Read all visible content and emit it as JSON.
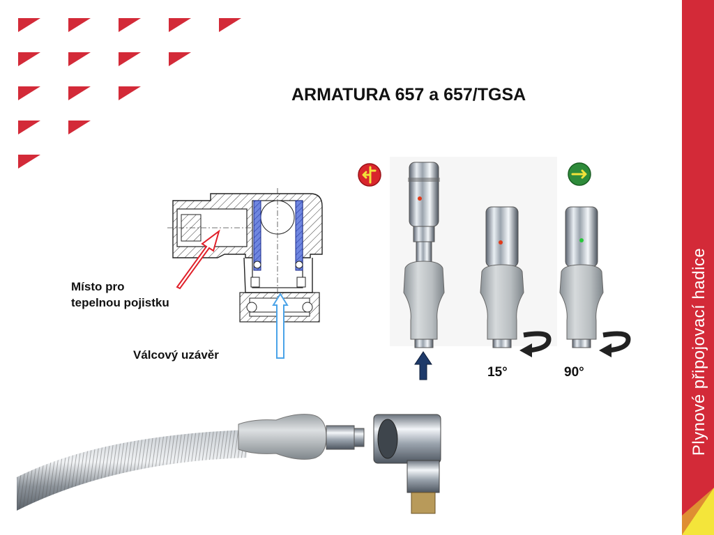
{
  "title": "ARMATURA 657 a 657/TGSA",
  "sidebar": {
    "text": "Plynové připojovací hadice"
  },
  "labels": {
    "thermal_fuse_line1": "Místo pro",
    "thermal_fuse_line2": "tepelnou pojistku",
    "cylinder_valve": "Válcový uzávěr"
  },
  "angles": {
    "first": "15°",
    "second": "90°"
  },
  "colors": {
    "accent_red": "#d32a38",
    "status_red": "#d9262c",
    "status_green": "#2e8b3a",
    "arrow_blue": "#4aa3e8",
    "arrow_red": "#e0202a",
    "cross_section_blue": "#6f86e0"
  },
  "icons": {
    "status_1": "red-branch-arrow-icon",
    "status_2": "red-dot-icon",
    "status_3": "green-right-arrow-icon"
  }
}
